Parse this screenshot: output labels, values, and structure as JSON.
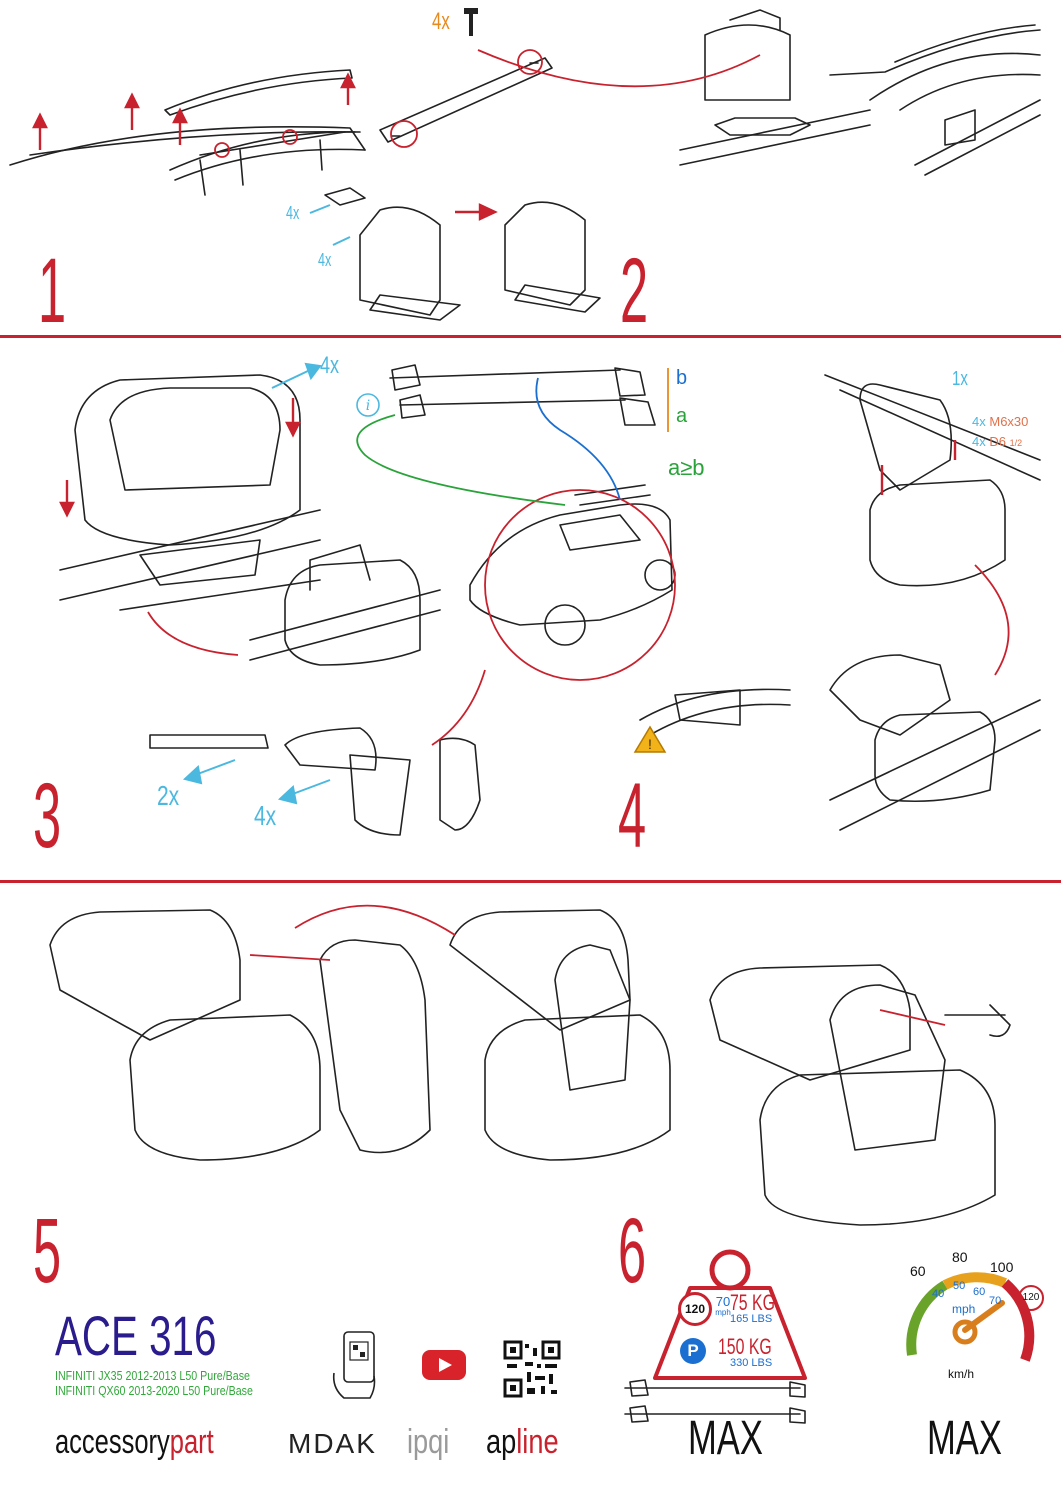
{
  "steps": {
    "s1": "1",
    "s2": "2",
    "s3": "3",
    "s4": "4",
    "s5": "5",
    "s6": "6"
  },
  "step1": {
    "qty_a": "4x",
    "qty_b": "4x"
  },
  "step2": {
    "qty_bolt": "4x"
  },
  "step3": {
    "qty_top": "4x",
    "qty_endcap": "2x",
    "qty_cover": "4x",
    "label_b": "b",
    "label_a": "a",
    "rule": "a≥b",
    "info_icon": "info-icon"
  },
  "step4_right": {
    "qty_1x": "1x",
    "qty_bolt": "4x",
    "bolt_spec": "M6x30",
    "qty_washer": "4x",
    "washer_spec": "D6 ",
    "washer_sub": "1/2"
  },
  "product": {
    "code": "ACE 316",
    "fit_1": "INFINITI JX35 2012-2013 L50 Pure/Base",
    "fit_2": "INFINITI QX60 2013-2020 L50 Pure/Base"
  },
  "brands": {
    "b1_a": "accessory",
    "b1_b": "part",
    "b2": "MDAK",
    "b3": "ipqi",
    "b4_a": "ap",
    "b4_b": "line"
  },
  "load": {
    "speed_limit": "120",
    "speed_mph": "70",
    "mph_unit": "mph",
    "dynamic_kg": "75 KG",
    "dynamic_lbs": "165",
    "lbs_unit": "LBS",
    "parking_sign": "P",
    "static_kg": "150 KG",
    "static_lbs": "330",
    "max_label": "MAX"
  },
  "speedo": {
    "t60": "60",
    "t80": "80",
    "t100": "100",
    "i40": "40",
    "i50": "50",
    "i60": "60",
    "i70": "70",
    "mph": "mph",
    "limit": "120",
    "unit": "km/h",
    "max_label": "MAX"
  },
  "colors": {
    "accent_red": "#c8222e",
    "qty_blue": "#4bb8e0",
    "bolt_orange": "#e88a1c",
    "title_purple": "#2a1c8c",
    "fit_green": "#32a83b"
  }
}
